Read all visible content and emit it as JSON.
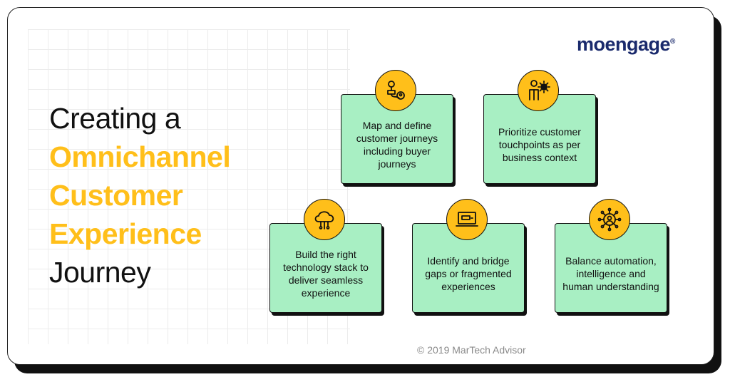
{
  "heading": {
    "line1": "Creating a",
    "line2": "Omnichannel",
    "line3": "Customer",
    "line4": "Experience",
    "line5": "Journey"
  },
  "brand": {
    "name": "moengage",
    "mark": "®"
  },
  "steps": [
    {
      "icon": "journey-map-icon",
      "text": "Map and define customer journeys including buyer journeys"
    },
    {
      "icon": "person-gear-icon",
      "text": "Prioritize customer touchpoints as per business context"
    },
    {
      "icon": "cloud-network-icon",
      "text": "Build the right technology stack to deliver seamless experience"
    },
    {
      "icon": "laptop-icon",
      "text": "Identify and bridge gaps or fragmented experiences"
    },
    {
      "icon": "person-network-icon",
      "text": "Balance automation, intelligence and human understanding"
    }
  ],
  "footer": {
    "copyright": "© 2019 MarTech Advisor"
  },
  "colors": {
    "accent": "#ffbf1a",
    "box": "#a8efc3",
    "brand": "#1a2a6c"
  }
}
